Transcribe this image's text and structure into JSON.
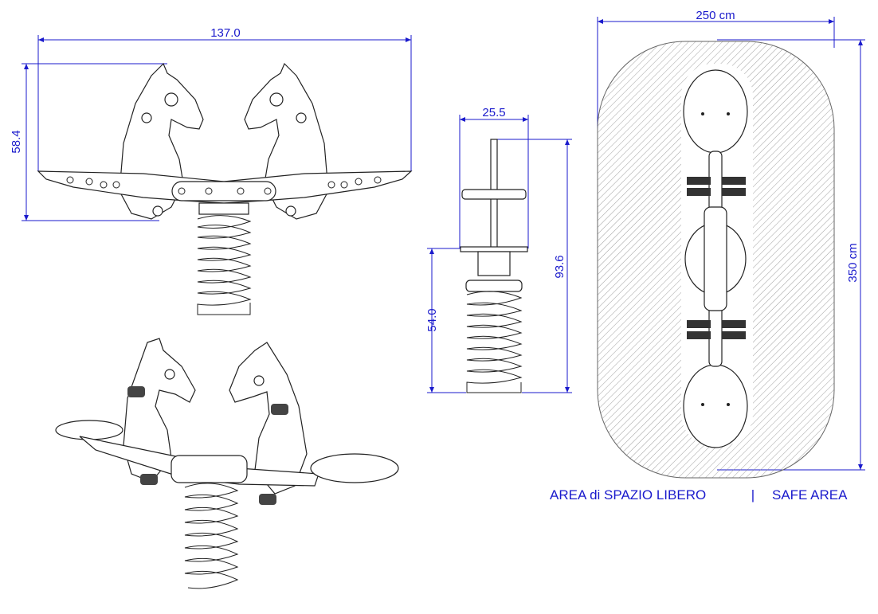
{
  "dimensions": {
    "front_width": "137.0",
    "front_height": "58.4",
    "side_width": "25.5",
    "side_total_height": "93.6",
    "side_seat_height": "54.0",
    "safe_area_width": "250 cm",
    "safe_area_length": "350 cm"
  },
  "caption": {
    "italian": "AREA di SPAZIO LIBERO",
    "separator": "|",
    "english": "SAFE AREA"
  },
  "colors": {
    "dimension": "#1a1acc",
    "line": "#222222"
  }
}
